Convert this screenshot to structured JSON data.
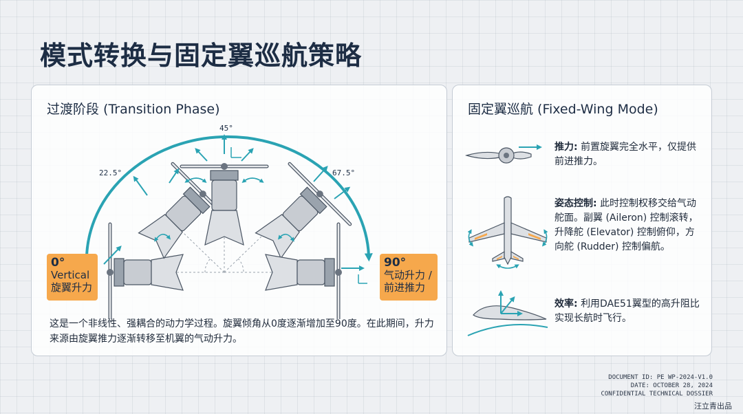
{
  "title": "模式转换与固定翼巡航策略",
  "left_panel": {
    "title": "过渡阶段 (Transition Phase)",
    "angles": [
      "22.5°",
      "45°",
      "67.5°"
    ],
    "start_box": {
      "angle": "0°",
      "line1": "Vertical",
      "line2": "旋翼升力"
    },
    "end_box": {
      "angle": "90°",
      "line1": "气动升力 /",
      "line2": "前进推力"
    },
    "description": "这是一个非线性、强耦合的动力学过程。旋翼倾角从0度逐渐增加至90度。在此期间，升力来源由旋翼推力逐渐转移至机翼的气动升力。"
  },
  "right_panel": {
    "title": "固定翼巡航 (Fixed-Wing Mode)",
    "features": [
      {
        "label": "推力:",
        "text": "前置旋翼完全水平，仅提供前进推力。"
      },
      {
        "label": "姿态控制:",
        "text": "此时控制权移交给气动舵面。副翼 (Aileron) 控制滚转，升降舵 (Elevator) 控制俯仰，方向舵 (Rudder) 控制偏航。"
      },
      {
        "label": "效率:",
        "text": "利用DAE51翼型的高升阻比实现长航时飞行。"
      }
    ]
  },
  "footer": {
    "doc_id": "DOCUMENT ID: PE WP-2024-V1.0",
    "date": "DATE: OCTOBER 28, 2024",
    "confidential": "CONFIDENTIAL TECHNICAL DOSSIER"
  },
  "credit": "汪立青出品",
  "colors": {
    "teal": "#2aa3b3",
    "orange": "#f6a84c",
    "navy": "#1d2d44"
  }
}
